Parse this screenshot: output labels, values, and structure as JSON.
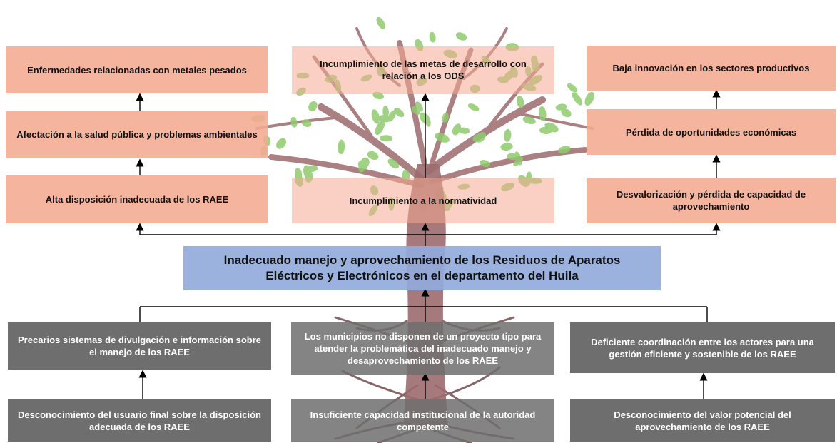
{
  "central_problem": "Inadecuado manejo y aprovechamiento de los Residuos de Aparatos Eléctricos y Electrónicos en el departamento del Huila",
  "effects": {
    "left": [
      "Enfermedades relacionadas con metales pesados",
      "Afectación a la salud pública y problemas ambientales",
      "Alta disposición inadecuada de los RAEE"
    ],
    "center": [
      "Incumplimiento de las metas de desarrollo con relación a los ODS",
      "Incumplimiento a la normatividad"
    ],
    "right": [
      "Baja innovación en los sectores productivos",
      "Pérdida de oportunidades económicas",
      "Desvalorización y pérdida de capacidad de aprovechamiento"
    ]
  },
  "causes": {
    "left": [
      "Precarios sistemas de divulgación e información sobre el manejo de los RAEE",
      "Desconocimiento del usuario final sobre la disposición adecuada de los RAEE"
    ],
    "center": [
      "Los municipios no disponen de un proyecto tipo para atender la problemática del inadecuado manejo y desaprovechamiento de los RAEE",
      "Insuficiente capacidad institucional de la autoridad competente"
    ],
    "right": [
      "Deficiente coordinación entre los actores para una gestión eficiente y sostenible de los RAEE",
      "Desconocimiento del valor potencial del aprovechamiento de los RAEE"
    ]
  },
  "colors": {
    "effect_box": "#F4AA91",
    "cause_box": "#6E6E6E",
    "central_box": "#93AADB",
    "leaf": "#8FCB6E",
    "trunk": "#9C6A6E",
    "arrow": "#000000"
  }
}
